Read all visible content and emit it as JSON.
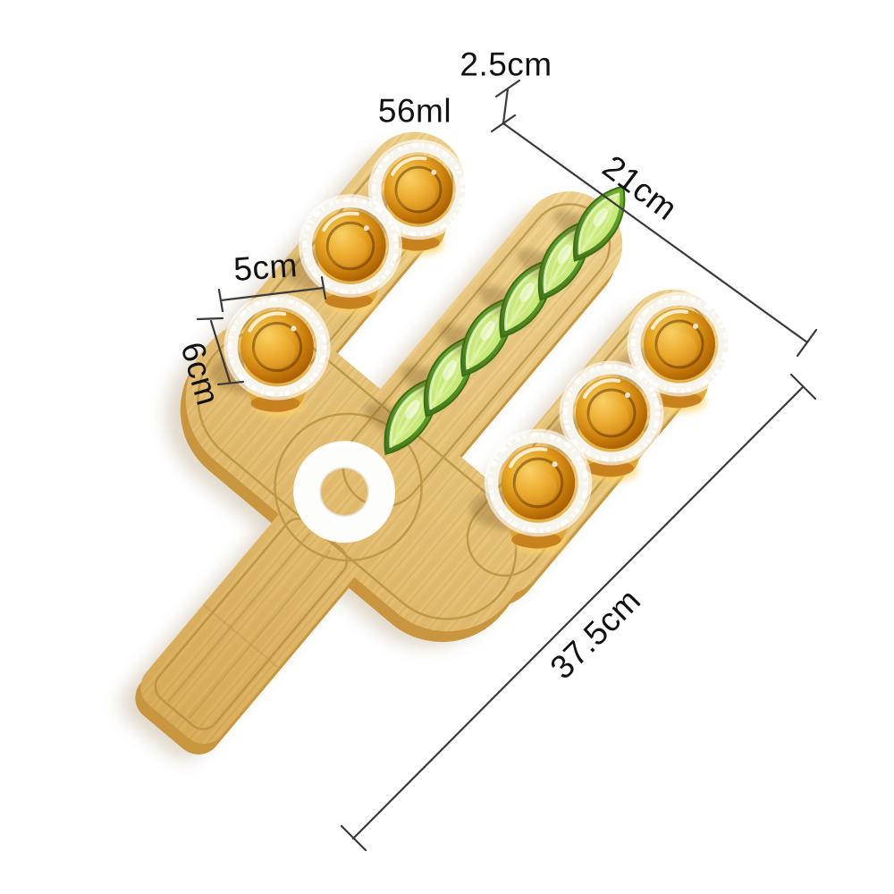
{
  "annotations": {
    "glass_rim_height": "2.5cm",
    "glass_volume": "56ml",
    "board_width": "21cm",
    "glass_diameter": "5cm",
    "glass_height": "6cm",
    "board_length": "37.5cm"
  },
  "scene": {
    "shot_glass_count": 6,
    "lime_wedge_count": 6,
    "salt_ring_count": 1
  },
  "colors": {
    "dimension_line": "#3a3a3a",
    "label_text": "#121212",
    "wood_light": "#f2d795",
    "wood_mid": "#e7c379",
    "wood_dark": "#d9ad5b",
    "wood_edge": "#c8963f",
    "groove": "#b8913f",
    "salt_white": "#f7f4ec",
    "tequila_light": "#f9d469",
    "tequila_deep": "#9a5403",
    "lime_flesh": "#c9e97b",
    "lime_rind": "#4c851d"
  }
}
